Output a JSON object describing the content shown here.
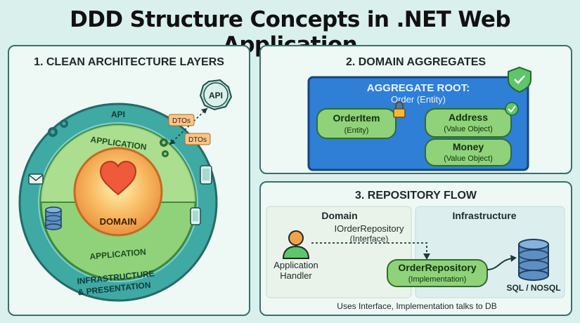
{
  "title": "DDD Structure Concepts in .NET Web Application",
  "layers": {
    "title": "1. CLEAN ARCHITECTURE LAYERS",
    "api": "API",
    "application_top": "APPLICATION",
    "domain": "DOMAIN",
    "application_bottom": "APPLICATION",
    "infra_line1": "INFRASTRUCTURE",
    "infra_line2": "& PRESENTATION",
    "api_node": "API",
    "dtos_1": "DTOs",
    "dtos_2": "DTOs",
    "colors": {
      "outer": "#3fa9a4",
      "middle": "#8fd27a",
      "core": "#f2a14a"
    }
  },
  "aggregates": {
    "title": "2. DOMAIN AGGREGATES",
    "root_label": "AGGREGATE ROOT:",
    "root_sub": "Order (Entity)",
    "order_item": {
      "name": "OrderItem",
      "type": "(Entity)"
    },
    "address": {
      "name": "Address",
      "type": "(Value Object)"
    },
    "money": {
      "name": "Money",
      "type": "(Value Object)"
    },
    "colors": {
      "root": "#2f7fd6",
      "entity": "#8fd27a"
    }
  },
  "repository": {
    "title": "3. REPOSITORY FLOW",
    "domain_label": "Domain",
    "infra_label": "Infrastructure",
    "interface_name": "IOrderRepository",
    "interface_type": "(Interface)",
    "handler_line1": "Application",
    "handler_line2": "Handler",
    "repo_name": "OrderRepository",
    "repo_type": "(Implementation)",
    "db_label": "SQL / NOSQL",
    "caption": "Uses Interface, Implementation talks to DB"
  }
}
